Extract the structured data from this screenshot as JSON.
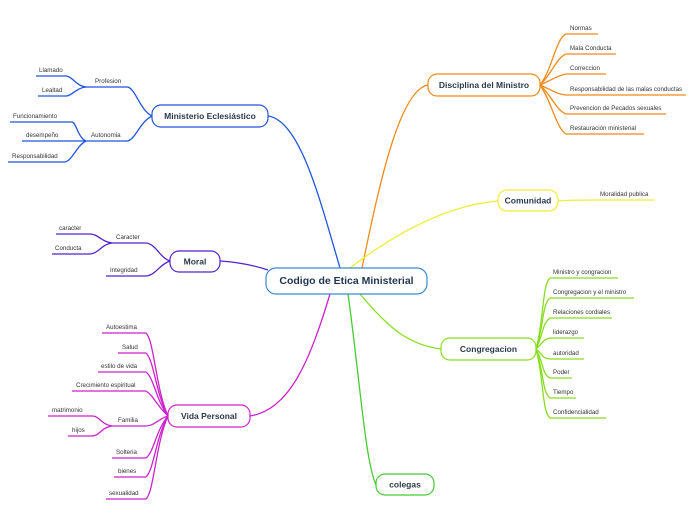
{
  "root": {
    "label": "Codigo de Etica Ministerial"
  },
  "colors": {
    "ministerio": "#2255dd",
    "moral": "#5522cc",
    "vida": "#cc22cc",
    "disciplina": "#f08a1a",
    "comunidad": "#eeee33",
    "congregacion": "#88dd22",
    "colegas": "#44cc33"
  },
  "branches": {
    "ministerio": {
      "label": "Ministerio Eclesiástico",
      "subs": [
        {
          "label": "Profesion",
          "leaves": [
            "Llamado",
            "Lealtad"
          ]
        },
        {
          "label": "Autonomia",
          "leaves": [
            "Funcionamiento",
            "desempeño",
            "Responsabilidad"
          ]
        }
      ]
    },
    "moral": {
      "label": "Moral",
      "subs": [
        {
          "label": "Caracter",
          "leaves": [
            "caracter",
            "Conducta"
          ]
        },
        {
          "label": "Integridad",
          "leaves": []
        }
      ]
    },
    "vida": {
      "label": "Vida Personal",
      "items": [
        "Autoestima",
        "Salud",
        "estilo de vida",
        "Crecimiento espiritual"
      ],
      "familia": {
        "label": "Familia",
        "leaves": [
          "matrimonio",
          "hijos"
        ]
      },
      "items2": [
        "Solteria",
        "bienes",
        "sexualidad"
      ]
    },
    "disciplina": {
      "label": "Disciplina del Ministro",
      "items": [
        "Normas",
        "Mala Conducta",
        "Correccion",
        "Responsabilidad de las malas conductas",
        "Prevencion de Pecados sexuales",
        "Restauración ministerial"
      ]
    },
    "comunidad": {
      "label": "Comunidad",
      "items": [
        "Moralidad publica"
      ]
    },
    "congregacion": {
      "label": "Congregacion",
      "items": [
        "Ministro y congracion",
        "Congregacion y el ministro",
        "Relaciones cordiales",
        "liderazgo",
        "autoridad",
        "Poder",
        "Tiempo",
        "Confidencialidad"
      ]
    },
    "colegas": {
      "label": "colegas"
    }
  }
}
